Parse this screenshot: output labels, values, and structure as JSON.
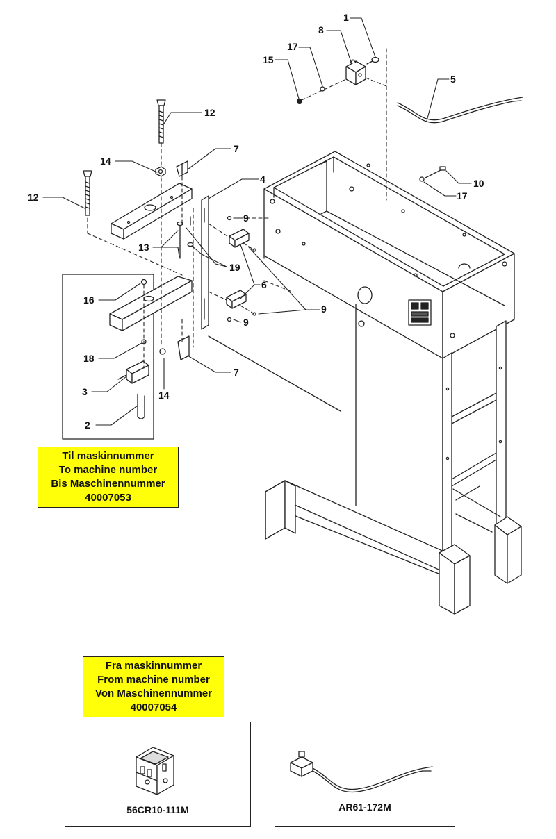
{
  "callouts": {
    "c1": "1",
    "c8": "8",
    "c17a": "17",
    "c15": "15",
    "c5": "5",
    "c12a": "12",
    "c12b": "12",
    "c14a": "14",
    "c7a": "7",
    "c4": "4",
    "c9a": "9",
    "c13": "13",
    "c19": "19",
    "c6": "6",
    "c9b": "9",
    "c9c": "9",
    "c10": "10",
    "c17b": "17",
    "c16": "16",
    "c18": "18",
    "c3": "3",
    "c14b": "14",
    "c7b": "7",
    "c2": "2"
  },
  "notes": {
    "to_machine": {
      "line1": "Til maskinnummer",
      "line2": "To machine number",
      "line3": "Bis Maschinennummer",
      "line4": "40007053"
    },
    "from_machine": {
      "line1": "Fra maskinnummer",
      "line2": "From machine number",
      "line3": "Von Maschinennummer",
      "line4": "40007054"
    }
  },
  "parts": {
    "switch_block": {
      "code": "56CR10-111M"
    },
    "sensor_cable": {
      "code": "AR61-172M"
    }
  },
  "colors": {
    "note_background": "#ffff0a",
    "line": "#222222"
  }
}
